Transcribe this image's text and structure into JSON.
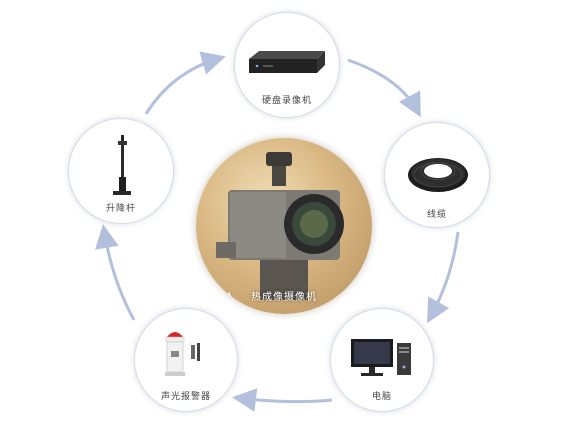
{
  "diagram": {
    "center": {
      "label": "热成像摄像机",
      "badge": "▲",
      "icon": "thermal-camera-icon"
    },
    "nodes": [
      {
        "id": "top",
        "label": "硬盘录像机",
        "icon": "nvr-box-icon"
      },
      {
        "id": "right",
        "label": "线缆",
        "icon": "cable-coil-icon"
      },
      {
        "id": "bottom-right",
        "label": "电脑",
        "icon": "desktop-computer-icon"
      },
      {
        "id": "bottom-left",
        "label": "声光报警器",
        "icon": "siren-alarm-icon"
      },
      {
        "id": "left",
        "label": "升降杆",
        "icon": "lift-pole-icon"
      }
    ],
    "arrow_color": "#b3c0dc"
  }
}
